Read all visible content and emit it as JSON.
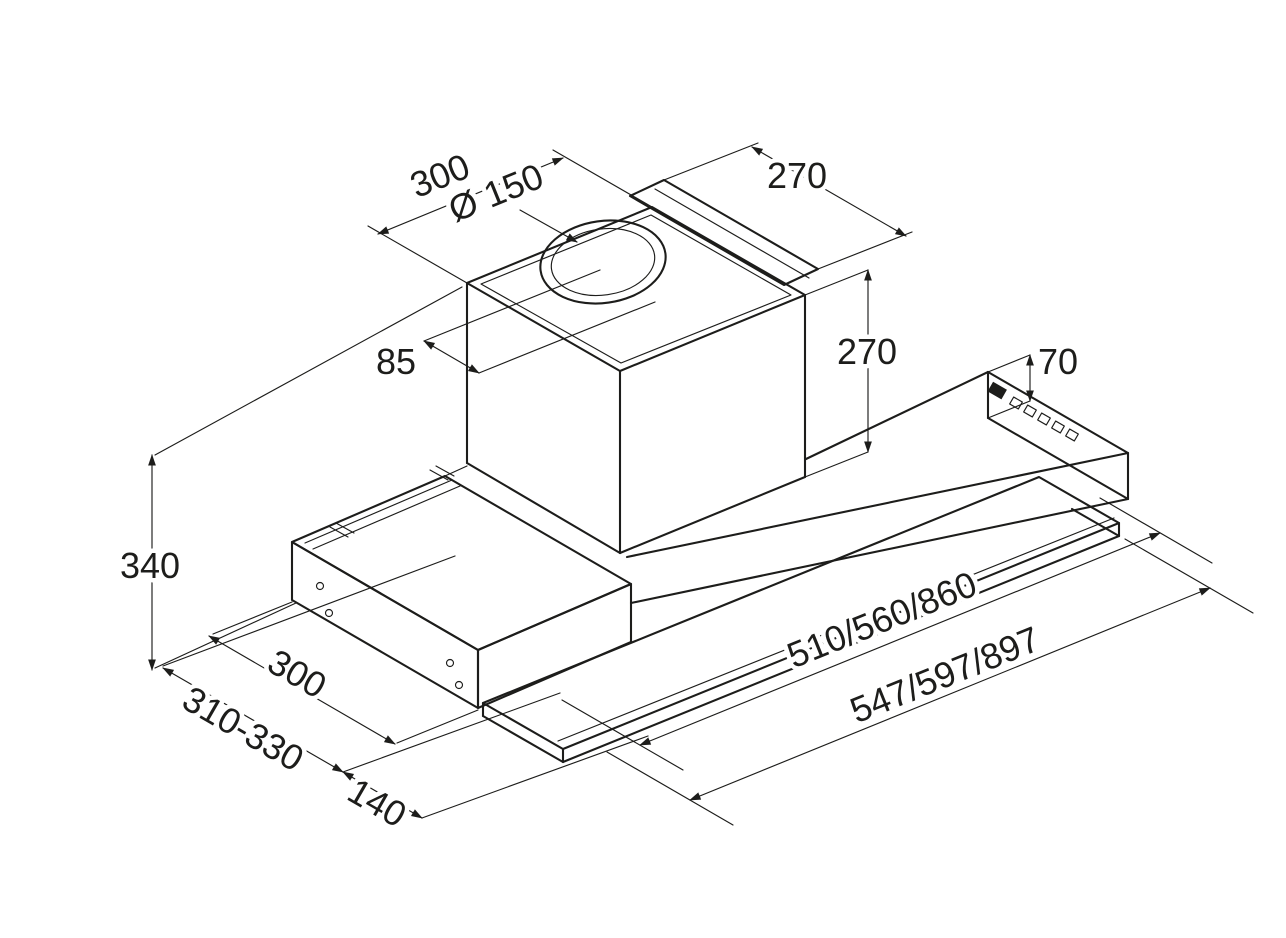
{
  "diagram": {
    "colors": {
      "line": "#1d1d1b",
      "background": "#ffffff"
    },
    "labels": [
      {
        "name": "duct-section-length",
        "text": "300"
      },
      {
        "name": "duct-diameter",
        "text": "Ø 150"
      },
      {
        "name": "top-plate-depth",
        "text": "270"
      },
      {
        "name": "duct-offset",
        "text": "85"
      },
      {
        "name": "motor-box-height",
        "text": "270"
      },
      {
        "name": "front-panel-height",
        "text": "70"
      },
      {
        "name": "total-height",
        "text": "340"
      },
      {
        "name": "left-section-depth",
        "text": "300"
      },
      {
        "name": "niche-depth-range",
        "text": "310-330"
      },
      {
        "name": "pullout-extension",
        "text": "140"
      },
      {
        "name": "body-width-variants",
        "text": "510/560/860"
      },
      {
        "name": "overall-width-variants",
        "text": "547/597/897"
      }
    ]
  }
}
